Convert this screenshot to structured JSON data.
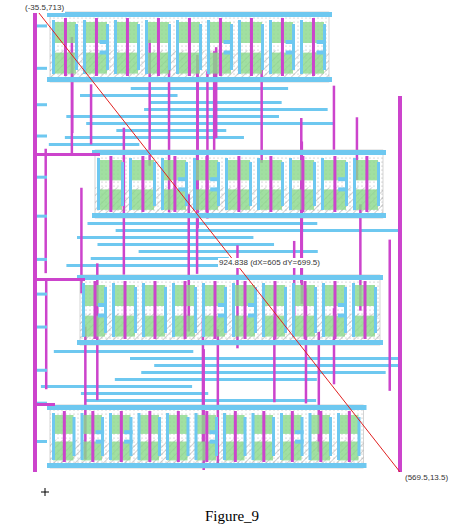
{
  "diagram": {
    "caption": "Figure_9",
    "labels": [
      "(-35.5,713)",
      "924.838 (dX=605 dY=699.5)",
      "(569.5,13.5)"
    ]
  }
}
